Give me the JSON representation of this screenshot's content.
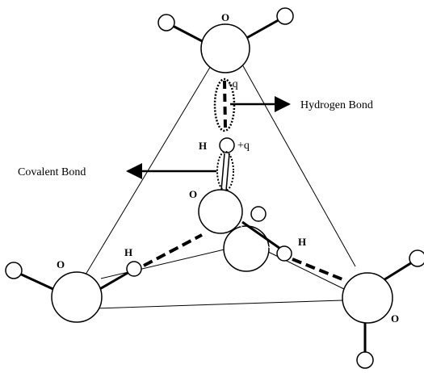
{
  "labels": {
    "o_top": "O",
    "o_center": "O",
    "o_left": "O",
    "o_right": "O",
    "h_center": "H",
    "h_left": "H",
    "h_right": "H",
    "charge_minus": "-q",
    "charge_plus": "+q",
    "hydrogen_bond": "Hydrogen Bond",
    "covalent_bond": "Covalent Bond"
  }
}
